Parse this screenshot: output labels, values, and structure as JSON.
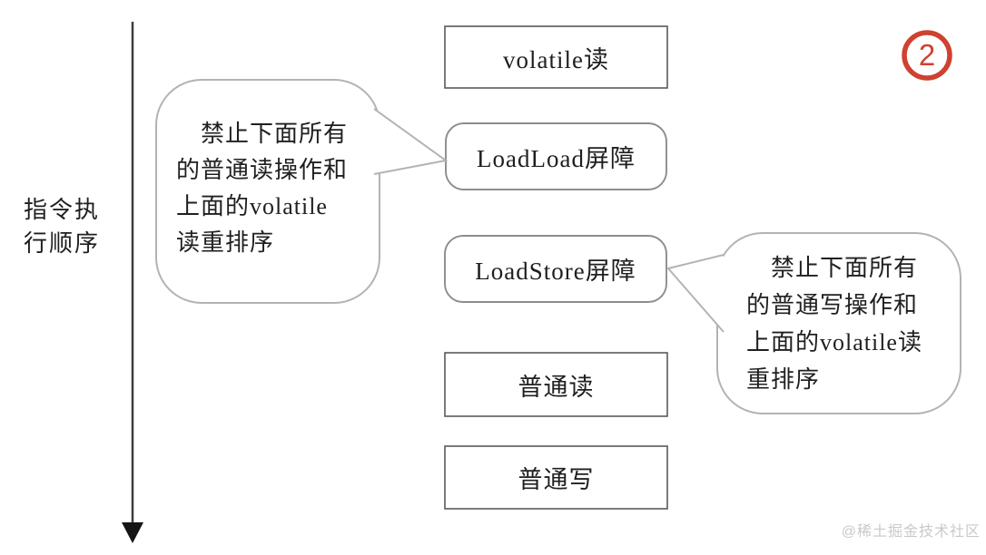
{
  "colors": {
    "background": "#ffffff",
    "square_box_border": "#5a5a5a",
    "rounded_box_border": "#8c8c8c",
    "bubble_border": "#b3b3b3",
    "text": "#1f1f1f",
    "badge_red": "#cf4130",
    "arrow": "#3d3d3d",
    "watermark": "#c9c9c9"
  },
  "axis": {
    "label": "指令执行顺序"
  },
  "boxes": [
    {
      "label": "volatile读",
      "shape": "rect"
    },
    {
      "label": "LoadLoad屏障",
      "shape": "rounded"
    },
    {
      "label": "LoadStore屏障",
      "shape": "rounded"
    },
    {
      "label": "普通读",
      "shape": "rect"
    },
    {
      "label": "普通写",
      "shape": "rect"
    }
  ],
  "callouts": {
    "left": {
      "target": "LoadLoad屏障",
      "lines": [
        "禁止下面所有",
        "的普通读操作和",
        "上面的volatile",
        "读重排序"
      ]
    },
    "right": {
      "target": "LoadStore屏障",
      "lines": [
        "禁止下面所有",
        "的普通写操作和",
        "上面的volatile读",
        "重排序"
      ]
    }
  },
  "badge": {
    "value": "2"
  },
  "watermark": {
    "text": "@稀土掘金技术社区"
  }
}
